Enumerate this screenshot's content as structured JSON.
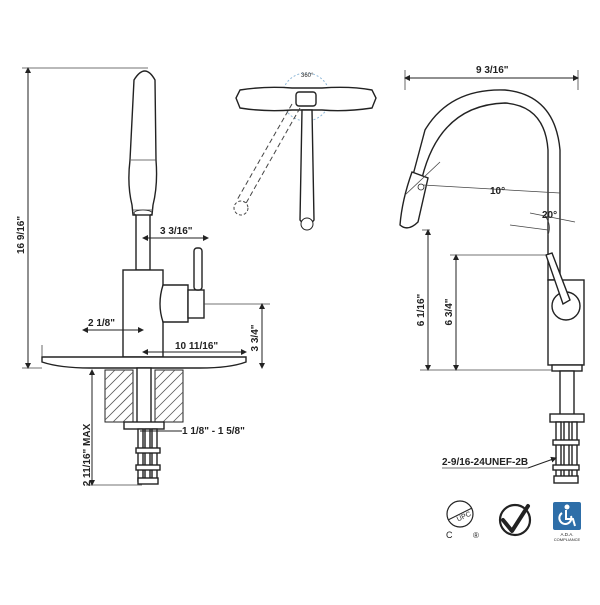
{
  "dimensions": {
    "overall_height": "16 9/16\"",
    "spout_reach": "3 3/16\"",
    "base_offset": "2 1/8\"",
    "handle_height": "3 3/4\"",
    "deck_plate": "10 11/16\"",
    "max_deck": "2 11/16\" MAX",
    "hole_range": "1 1/8\" - 1 5/8\"",
    "rotation": "360°",
    "width": "9 3/16\"",
    "spray_angle": "10°",
    "handle_angle": "20°",
    "height_left": "6 1/16\"",
    "height_right": "6 3/4\"",
    "thread": "2-9/16-24UNEF-2B"
  },
  "certifications": {
    "upc_text": "UPC",
    "c_text": "C",
    "r_text": "®",
    "ada_text": "A.D.A.",
    "ada_sub": "COMPLIANCE"
  }
}
